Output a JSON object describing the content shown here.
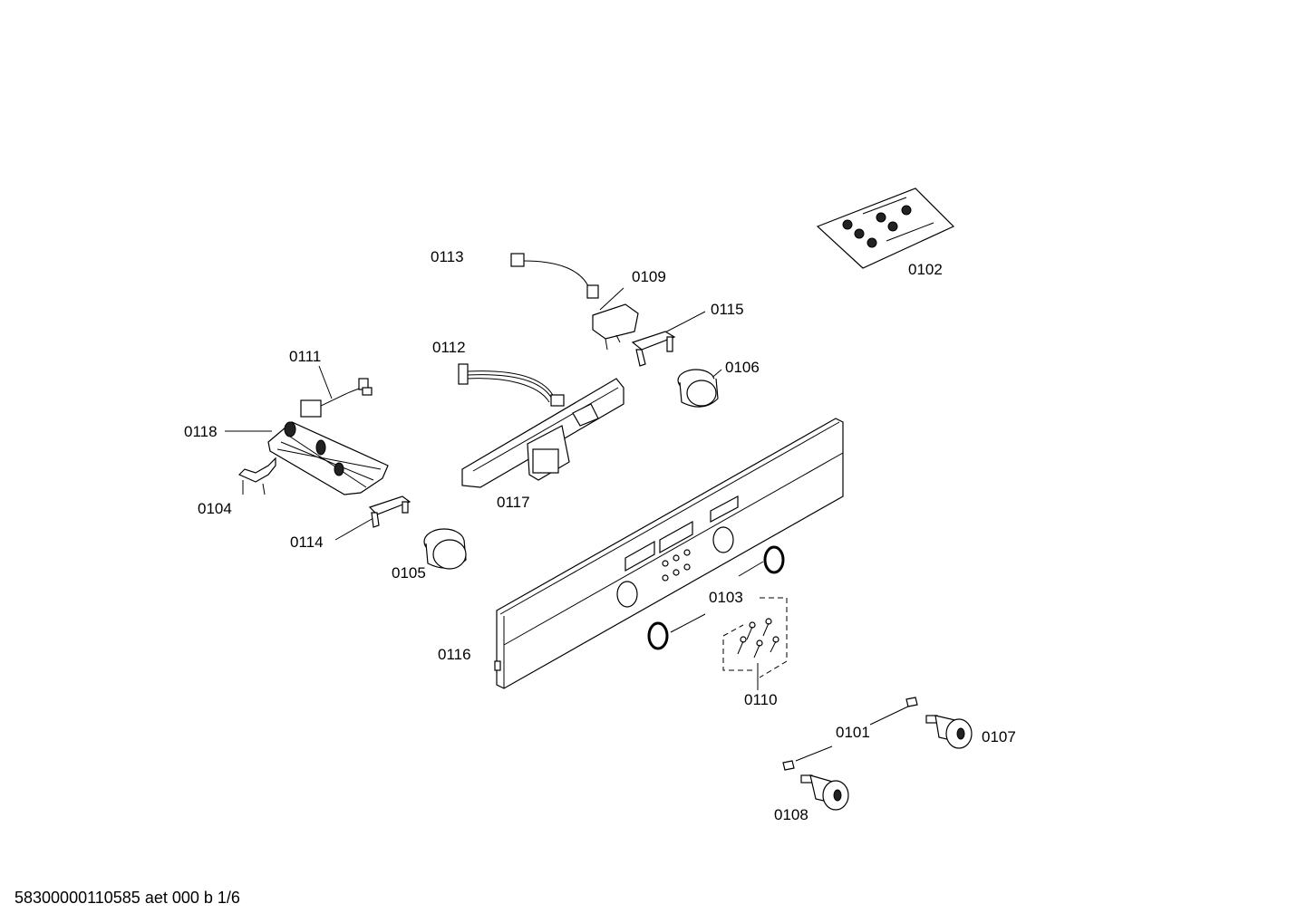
{
  "labels": {
    "p0113": "0113",
    "p0109": "0109",
    "p0115": "0115",
    "p0102": "0102",
    "p0111": "0111",
    "p0112": "0112",
    "p0106": "0106",
    "p0118": "0118",
    "p0117": "0117",
    "p0104": "0104",
    "p0114": "0114",
    "p0105": "0105",
    "p0103": "0103",
    "p0116": "0116",
    "p0110": "0110",
    "p0101": "0101",
    "p0107": "0107",
    "p0108": "0108"
  },
  "footer": "58300000110585 aet 000 b 1/6"
}
